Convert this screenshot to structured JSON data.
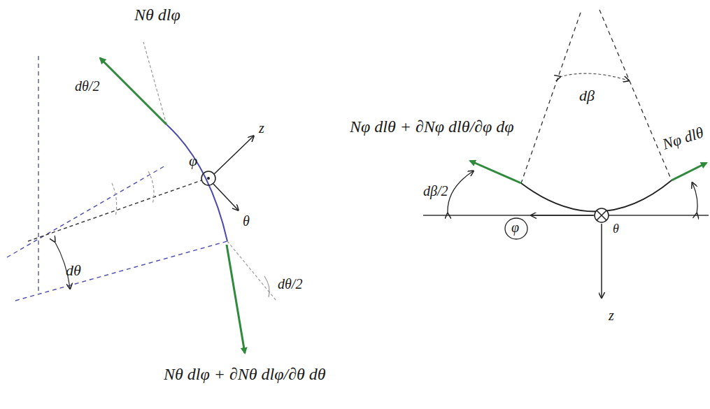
{
  "diagram": {
    "labels": [
      "Nθ dlφ",
      "dθ/2",
      "φ",
      "z",
      "θ",
      "dθ",
      "dθ/2",
      "Nθ dlφ + ∂Nθ dlφ/∂θ dθ",
      "Nφ dlθ + ∂Nφ dlθ/∂φ dφ",
      "dβ",
      "Nφ dlθ",
      "dβ/2",
      "φ",
      "θ",
      "z"
    ]
  }
}
